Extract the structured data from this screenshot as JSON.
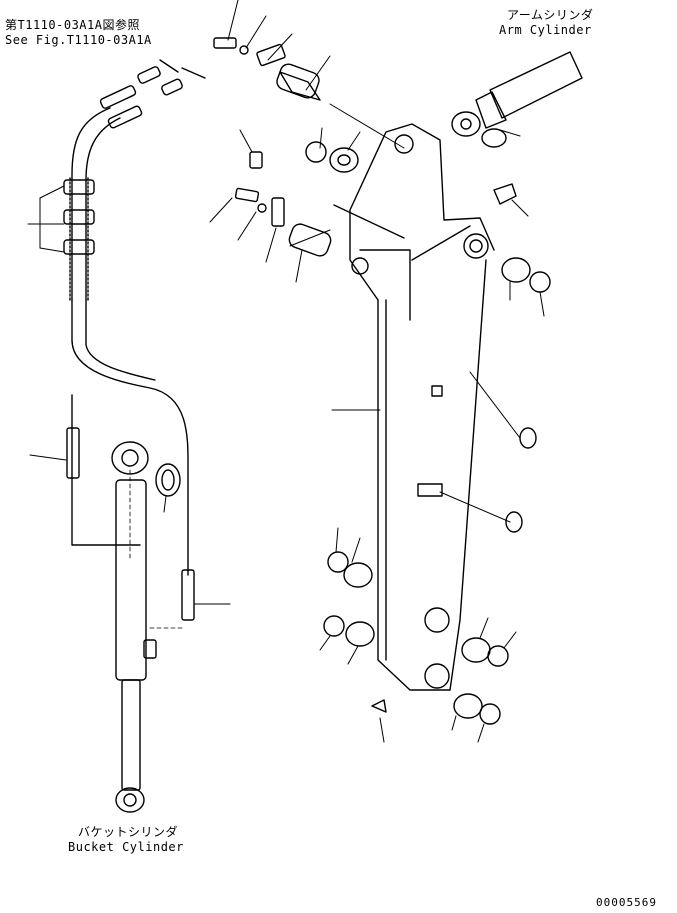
{
  "references": {
    "jp": "第T1110-03A1A図参照",
    "en": "See Fig.T1110-03A1A"
  },
  "arm_cylinder": {
    "jp": "アームシリンダ",
    "en": "Arm Cylinder"
  },
  "bucket_cylinder": {
    "jp": "バケットシリンダ",
    "en": "Bucket Cylinder"
  },
  "drawing_number": "00005569"
}
